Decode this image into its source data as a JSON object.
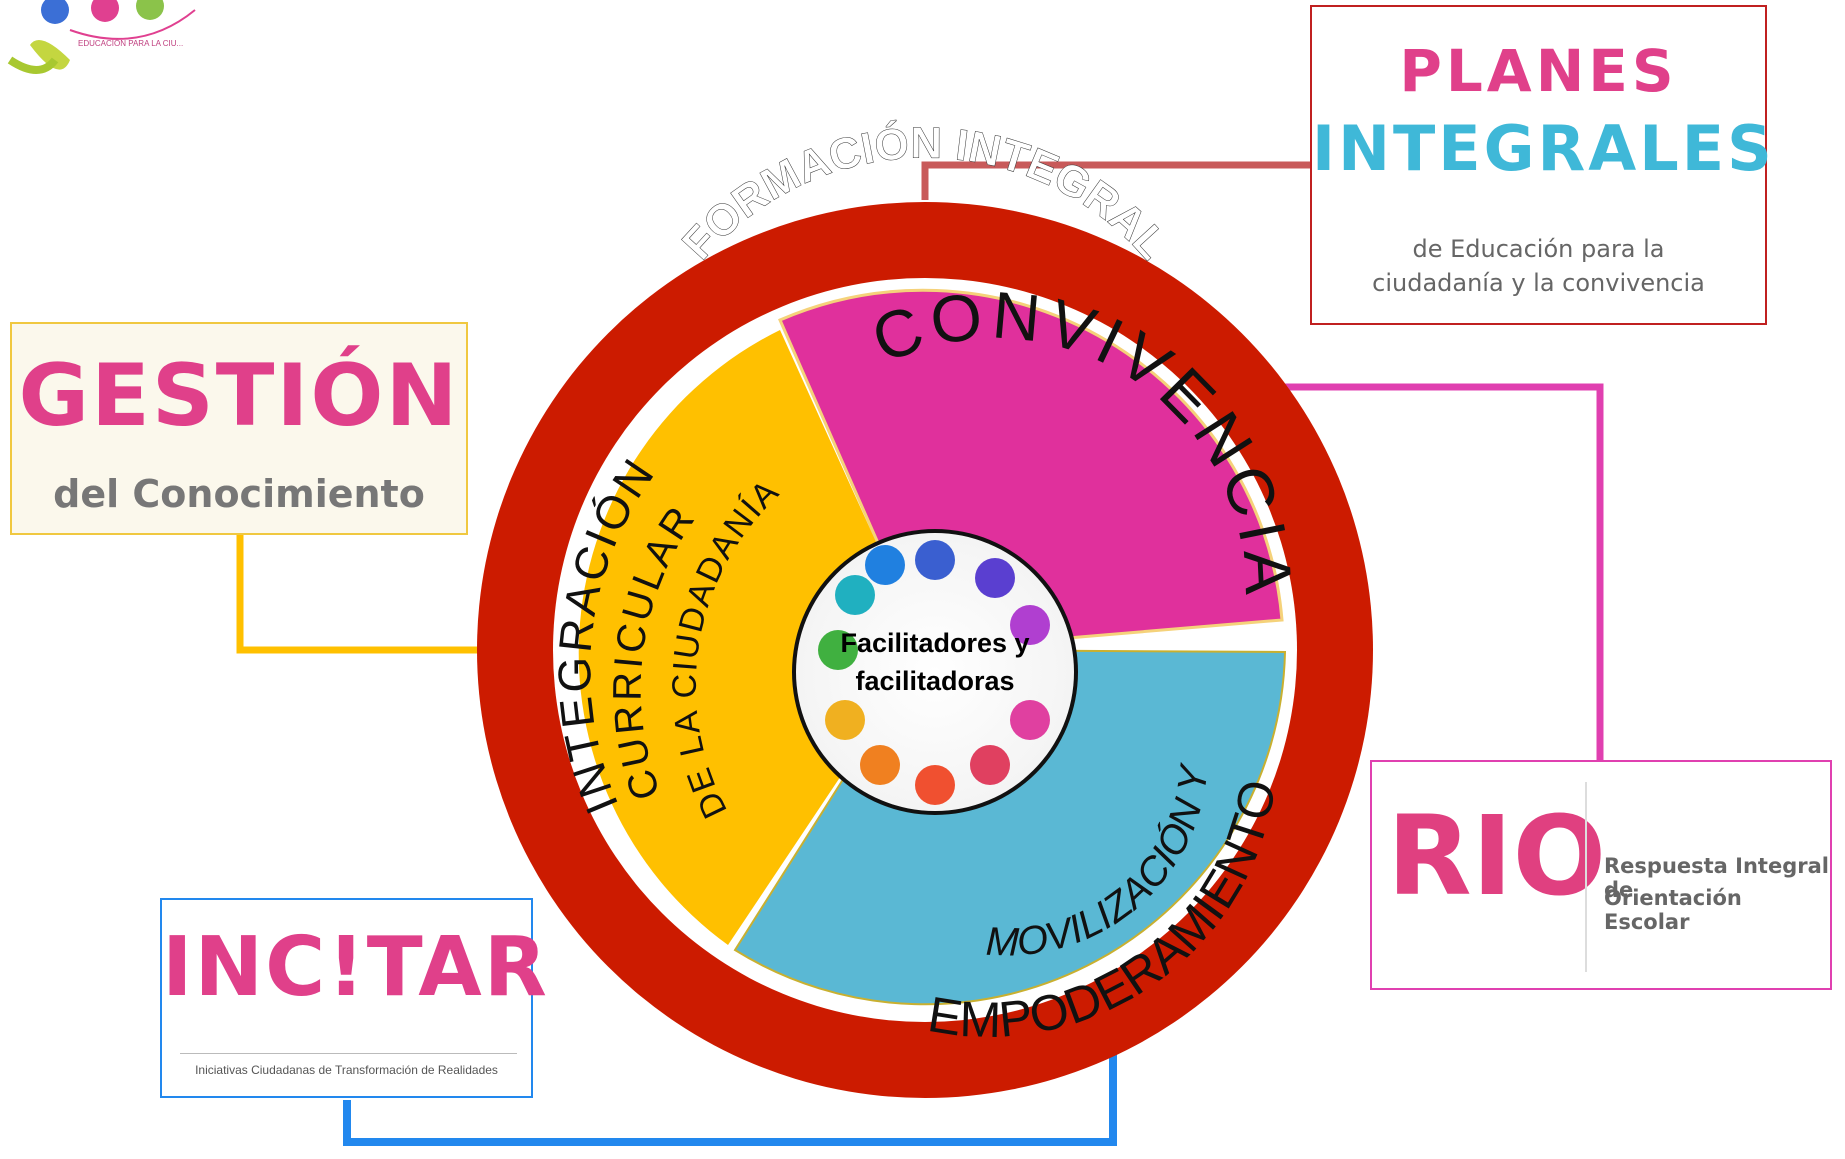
{
  "title": "FORMACIÓN INTEGRAL",
  "center": {
    "line1": "Facilitadores y",
    "line2": "facilitadoras"
  },
  "segments": {
    "convivencia": {
      "label": "CONVIVENCIA",
      "color": "#e0309c"
    },
    "integracion": {
      "line1": "INTEGRACIÓN",
      "line2": "CURRICULAR",
      "line3": "DE LA CIUDADANÍA",
      "color": "#ffc000"
    },
    "movilizacion": {
      "line1": "MOVILIZACIÓN Y",
      "line2": "EMPODERAMIENTO",
      "color": "#5ab8d4"
    }
  },
  "ring_color": "#cc1b00",
  "programs": {
    "planes": {
      "line1": "PLANES",
      "line2": "INTEGRALES",
      "line3": "de Educación para la",
      "line4": "ciudadanía y la convivencia",
      "connector_color": "#c85a5a"
    },
    "gestion": {
      "line1": "GESTIÓN",
      "line2": "del Conocimiento",
      "connector_color": "#ffc000"
    },
    "rio": {
      "logo": "RIO",
      "line1": "Respuesta Integral de",
      "line2": "Orientación Escolar",
      "connector_color": "#e040b0"
    },
    "incitar": {
      "logo": "INC!TAR",
      "line1": "Iniciativas Ciudadanas de Transformación de Realidades",
      "connector_color": "#2288ee"
    }
  },
  "top_logo": {
    "text": "EDUCACIÓN PARA LA CIU..."
  }
}
